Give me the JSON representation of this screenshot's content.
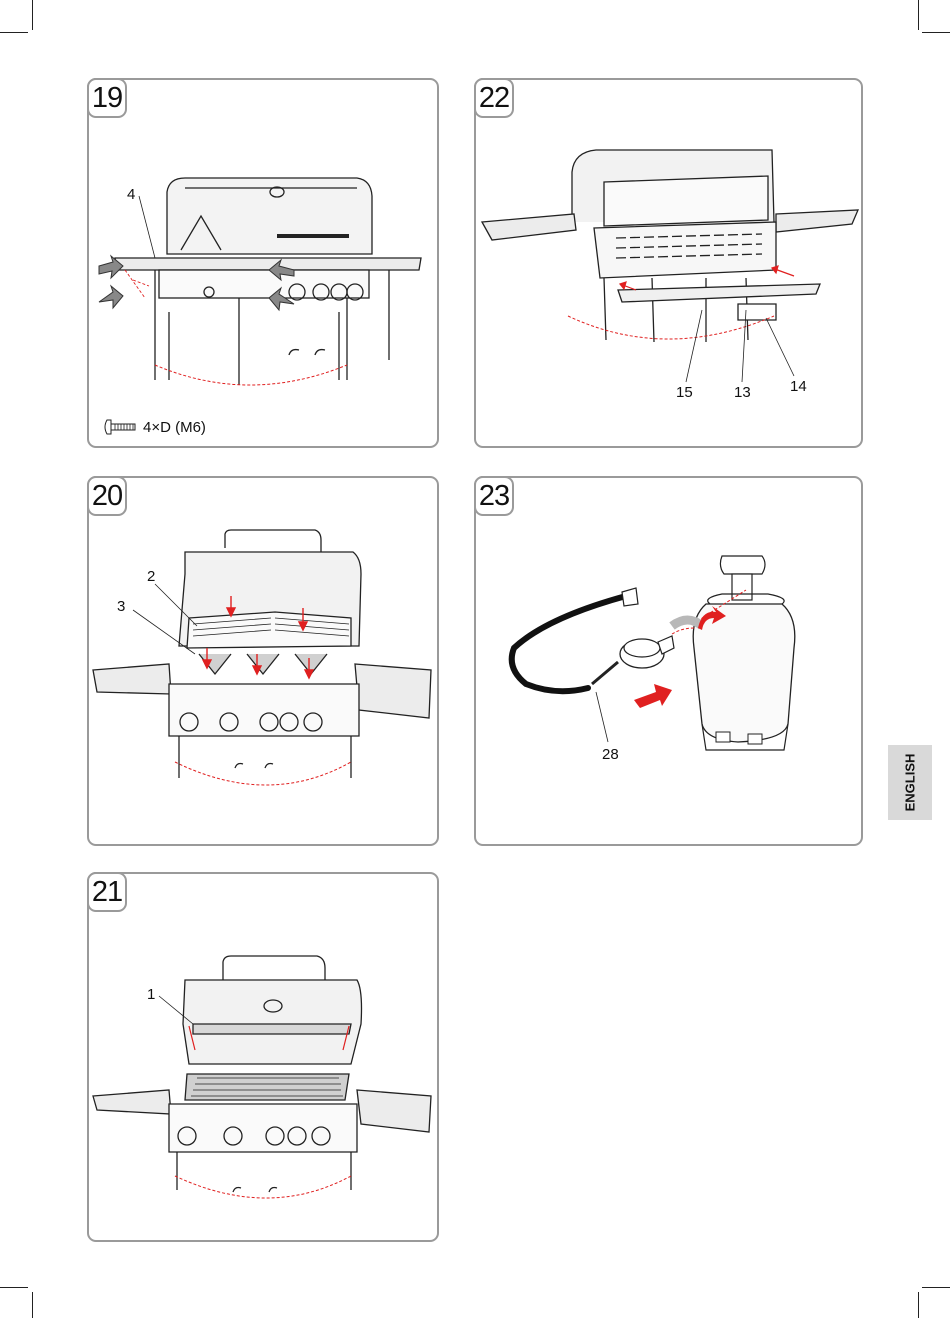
{
  "steps": [
    {
      "number": "19",
      "callouts": [
        "4"
      ],
      "hardware": "4×D (M6)"
    },
    {
      "number": "22",
      "callouts": [
        "15",
        "13",
        "14"
      ]
    },
    {
      "number": "20",
      "callouts": [
        "2",
        "3"
      ]
    },
    {
      "number": "23",
      "callouts": [
        "28"
      ]
    },
    {
      "number": "21",
      "callouts": [
        "1"
      ]
    }
  ],
  "language_tab": "ENGLISH",
  "colors": {
    "border": "#9a9a9a",
    "accent": "#e02020",
    "tab": "#d9d9d9"
  },
  "icons": {
    "hardware": "bolt-icon",
    "direction": "arrow-icon"
  }
}
